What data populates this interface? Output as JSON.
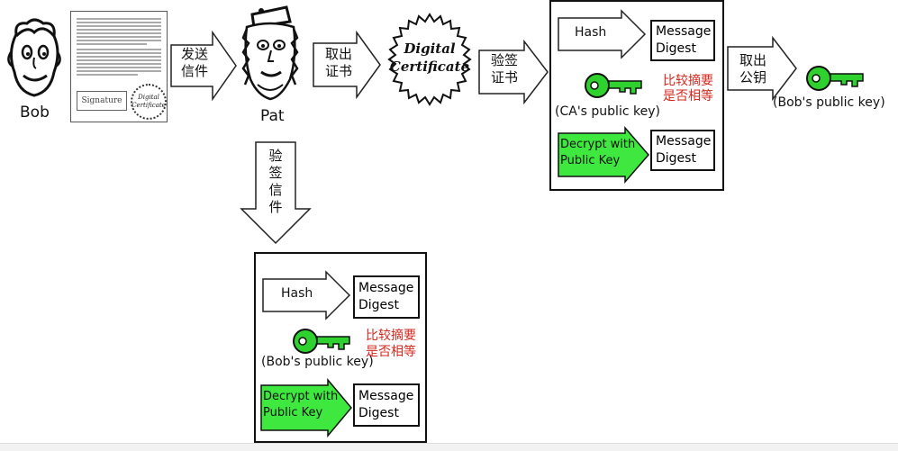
{
  "people": {
    "bob": "Bob",
    "pat": "Pat"
  },
  "letter": {
    "signature": "Signature",
    "seal_text": "Digital Certificate"
  },
  "steps": {
    "send_letter": "发送\n信件",
    "get_cert": "取出\n证书",
    "verify_cert": "验签\n证书",
    "get_pubkey": "取出\n公钥",
    "verify_letter": "验\n签\n信\n件"
  },
  "certificate": {
    "seal_text": "Digital\nCertificate"
  },
  "panel_top": {
    "hash": "Hash",
    "digest1": "Message\nDigest",
    "compare": "比较摘要\n是否相等",
    "key_label": "(CA's public key)",
    "decrypt": "Decrypt with\nPublic Key",
    "digest2": "Message\nDigest"
  },
  "bob_key_label": "(Bob's public key)",
  "panel_bottom": {
    "hash": "Hash",
    "digest1": "Message\nDigest",
    "compare": "比较摘要\n是否相等",
    "key_label": "(Bob's public key)",
    "decrypt": "Decrypt with\nPublic Key",
    "digest2": "Message\nDigest"
  },
  "colors": {
    "key_green": "#2fd12f",
    "decrypt_green": "#3ee83e",
    "compare_red": "#d6271d"
  }
}
